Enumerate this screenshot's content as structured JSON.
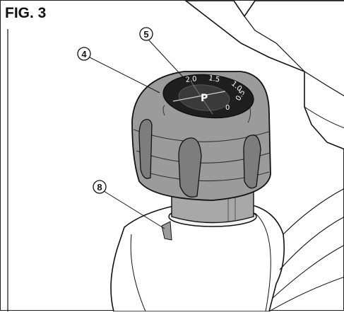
{
  "figure": {
    "title": "FIG. 3"
  },
  "callouts": [
    {
      "id": "4",
      "label": "4"
    },
    {
      "id": "5",
      "label": "5"
    },
    {
      "id": "8",
      "label": "8"
    }
  ],
  "dial": {
    "scale_marks": [
      "0",
      "0.5",
      "1.0",
      "1.5",
      "2.0"
    ],
    "center_glyph": "P"
  }
}
